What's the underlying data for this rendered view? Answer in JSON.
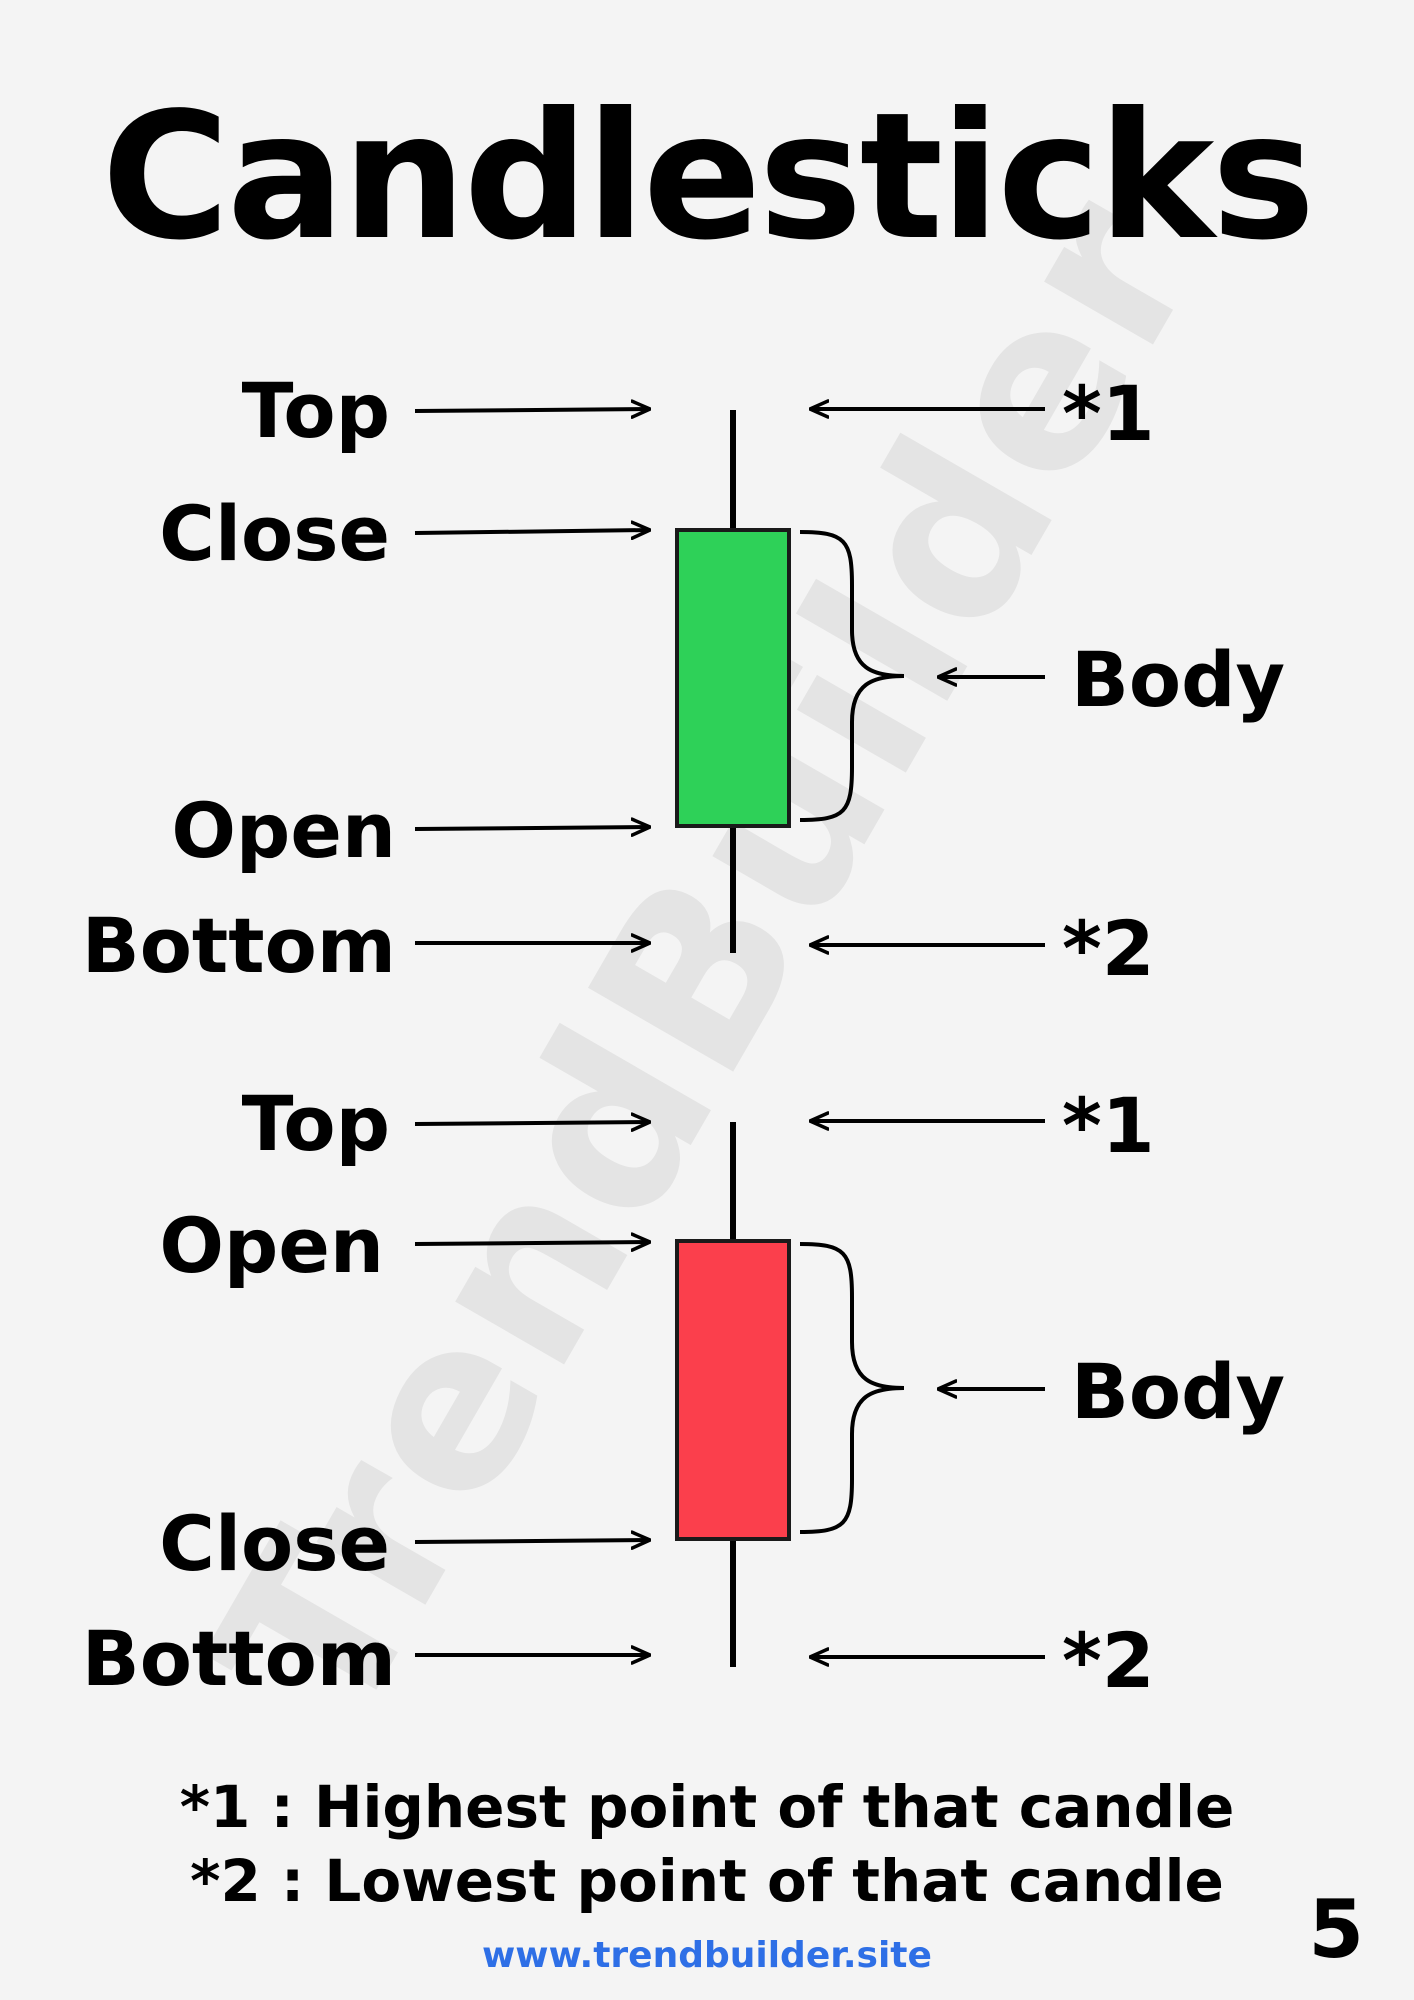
{
  "title": "Candlesticks",
  "watermark": "TrendBuilder",
  "colors": {
    "background": "#f4f4f4",
    "bullish": "#2ed158",
    "bearish": "#fb3f4c",
    "link": "#2e6fe6"
  },
  "candles": [
    {
      "type": "bullish",
      "labels": {
        "top": "Top",
        "upper_body": "Close",
        "lower_body": "Open",
        "bottom": "Bottom"
      },
      "marks": {
        "top": "*1",
        "body": "Body",
        "bottom": "*2"
      }
    },
    {
      "type": "bearish",
      "labels": {
        "top": "Top",
        "upper_body": "Open",
        "lower_body": "Close",
        "bottom": "Bottom"
      },
      "marks": {
        "top": "*1",
        "body": "Body",
        "bottom": "*2"
      }
    }
  ],
  "footnotes": [
    "*1 : Highest point of that candle",
    "*2 : Lowest point of that candle"
  ],
  "website": "www.trendbuilder.site",
  "page_number": "5"
}
